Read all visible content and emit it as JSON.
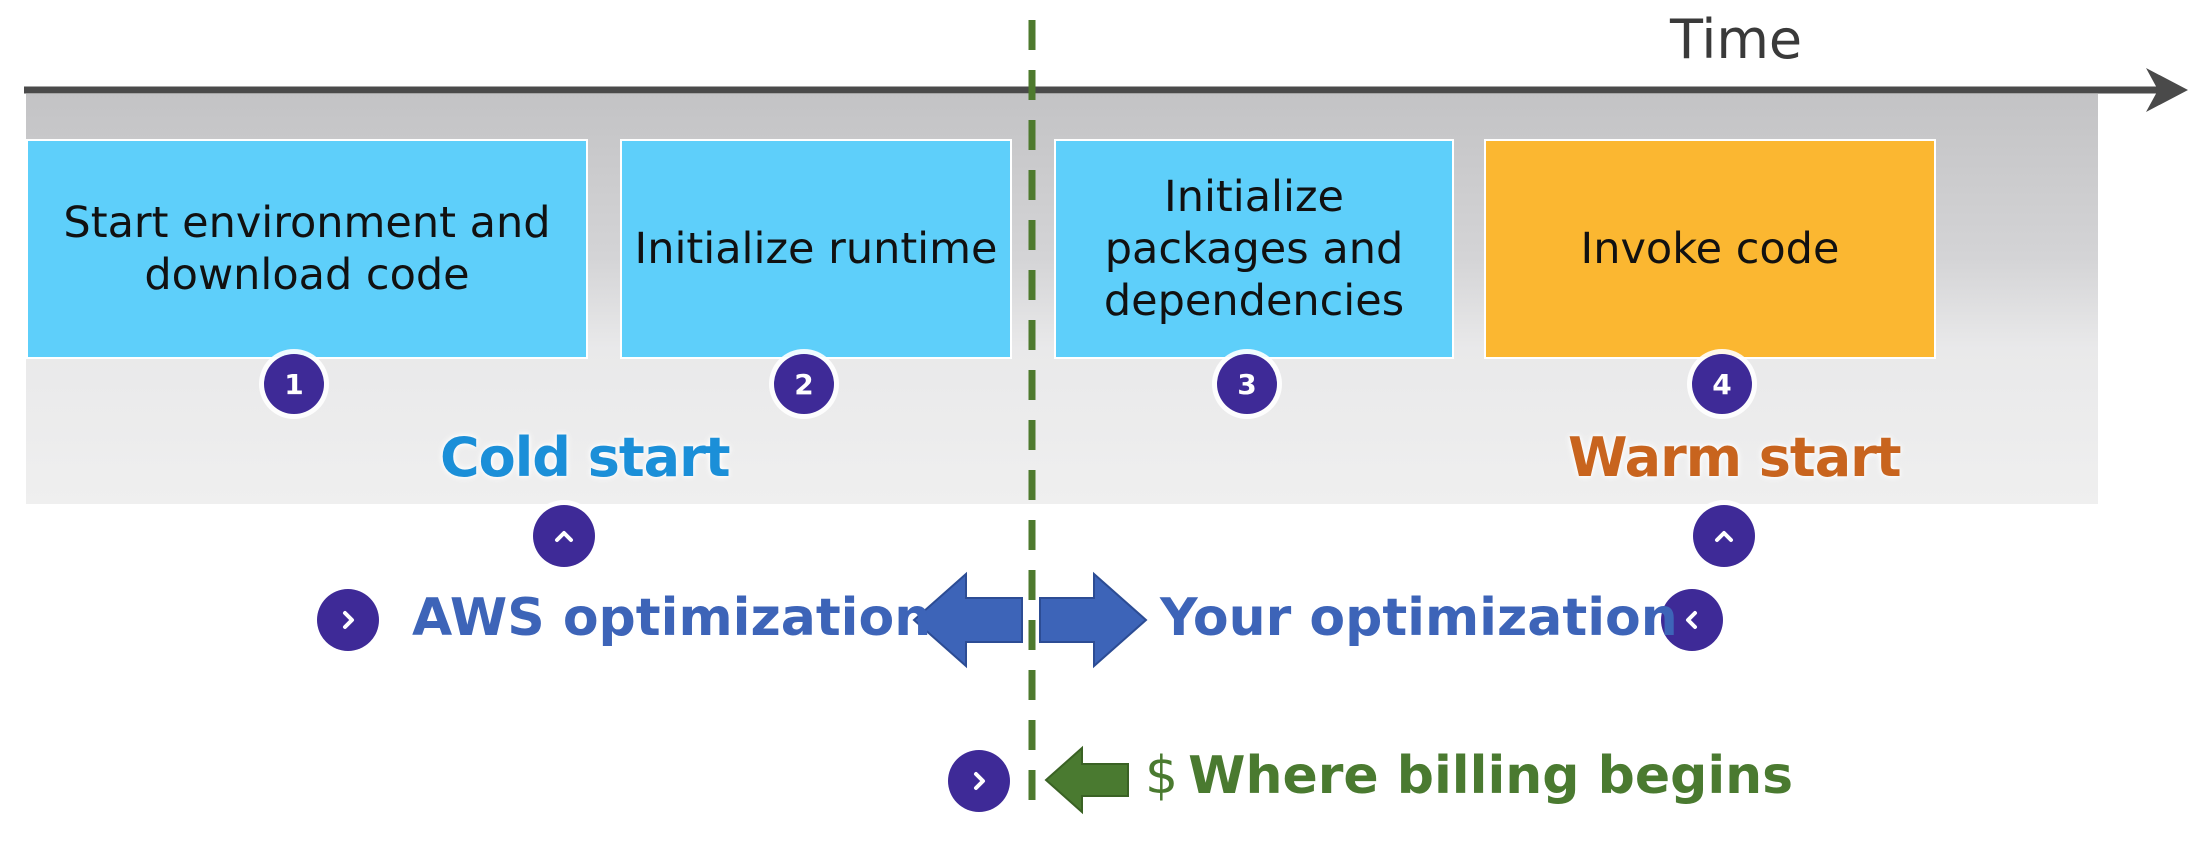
{
  "timeline": {
    "label": "Time"
  },
  "steps": [
    {
      "number": "1",
      "label": "Start environment and download code",
      "color": "#5ecffa"
    },
    {
      "number": "2",
      "label": "Initialize runtime",
      "color": "#5ecffa"
    },
    {
      "number": "3",
      "label": "Initialize packages and dependencies",
      "color": "#5ecffa"
    },
    {
      "number": "4",
      "label": "Invoke code",
      "color": "#fbb731"
    }
  ],
  "phases": {
    "cold": "Cold start",
    "warm": "Warm start"
  },
  "optimization": {
    "aws": "AWS optimization",
    "yours": "Your optimization"
  },
  "billing": {
    "symbol": "$",
    "label": "Where billing begins"
  },
  "colors": {
    "badge": "#3e2a97",
    "divider": "#4e7a2e",
    "arrows": "#3d64b8",
    "billing_arrow": "#4a7a30"
  }
}
